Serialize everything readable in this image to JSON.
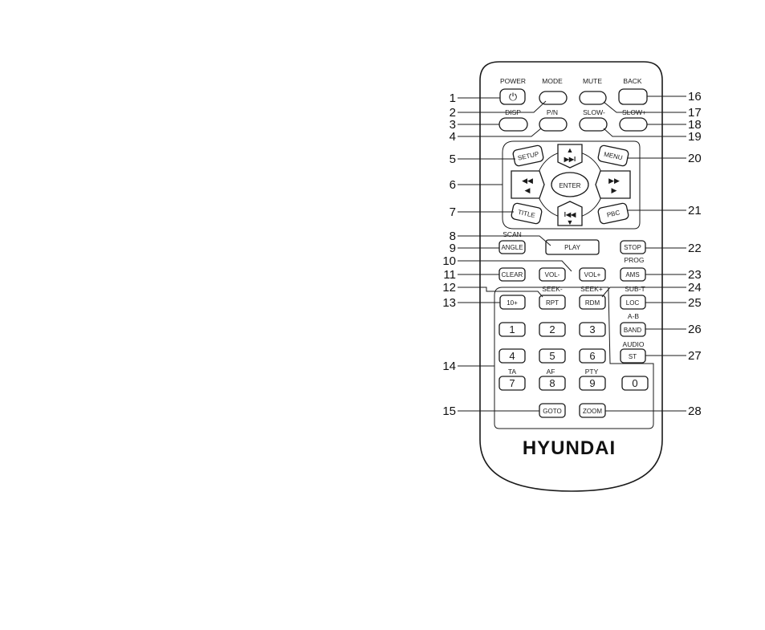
{
  "brand": "HYUNDAI",
  "top_labels": {
    "power": "POWER",
    "mode": "MODE",
    "mute": "MUTE",
    "back": "BACK",
    "disp": "DISP",
    "pn": "P/N",
    "slow_minus": "SLOW-",
    "slow_plus": "SLOW+",
    "scan": "SCAN",
    "prog": "PROG",
    "seek_minus": "SEEK-",
    "seek_plus": "SEEK+",
    "sub_t": "SUB-T",
    "a_b": "A-B",
    "audio": "AUDIO",
    "ta": "TA",
    "af": "AF",
    "pty": "PTY"
  },
  "buttons": {
    "power_symbol": "⏻",
    "setup": "SETUP",
    "menu": "MENU",
    "enter": "ENTER",
    "title": "TITLE",
    "pbc": "PBC",
    "up_glyph": "▲",
    "next_glyph": "▶▶I",
    "rew_glyph": "◀◀",
    "left_glyph": "◀",
    "ff_glyph": "▶▶",
    "right_glyph": "▶",
    "prev_glyph": "I◀◀",
    "down_glyph": "▼",
    "angle": "ANGLE",
    "play": "PLAY",
    "stop": "STOP",
    "vol_minus": "VOL-",
    "vol_plus": "VOL+",
    "clear": "CLEAR",
    "ams": "AMS",
    "ten_plus": "10+",
    "rpt": "RPT",
    "rdm": "RDM",
    "loc": "LOC",
    "band": "BAND",
    "st": "ST",
    "d1": "1",
    "d2": "2",
    "d3": "3",
    "d4": "4",
    "d5": "5",
    "d6": "6",
    "d7": "7",
    "d8": "8",
    "d9": "9",
    "d0": "0",
    "goto": "GOTO",
    "zoom": "ZOOM"
  },
  "callouts": {
    "n1": "1",
    "n2": "2",
    "n3": "3",
    "n4": "4",
    "n5": "5",
    "n6": "6",
    "n7": "7",
    "n8": "8",
    "n9": "9",
    "n10": "10",
    "n11": "11",
    "n12": "12",
    "n13": "13",
    "n14": "14",
    "n15": "15",
    "n16": "16",
    "n17": "17",
    "n18": "18",
    "n19": "19",
    "n20": "20",
    "n21": "21",
    "n22": "22",
    "n23": "23",
    "n24": "24",
    "n25": "25",
    "n26": "26",
    "n27": "27",
    "n28": "28"
  }
}
